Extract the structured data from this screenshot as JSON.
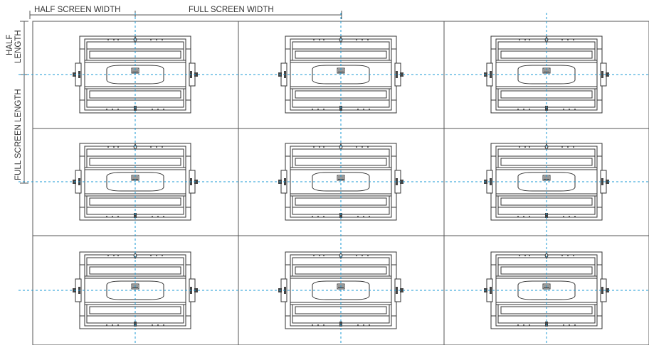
{
  "labels": {
    "half_screen_width": "HALF SCREEN WIDTH",
    "full_screen_width": "FULL SCREEN WIDTH",
    "half": "HALF",
    "length": "LENGTH",
    "full_screen_length": "FULL SCREEN LENGTH"
  },
  "grid": {
    "rows": 3,
    "columns": 3
  },
  "colors": {
    "line": "#555555",
    "frame": "#333333",
    "guide": "#1a9ad6",
    "fill": "#ffffff",
    "dark": "#444444"
  }
}
